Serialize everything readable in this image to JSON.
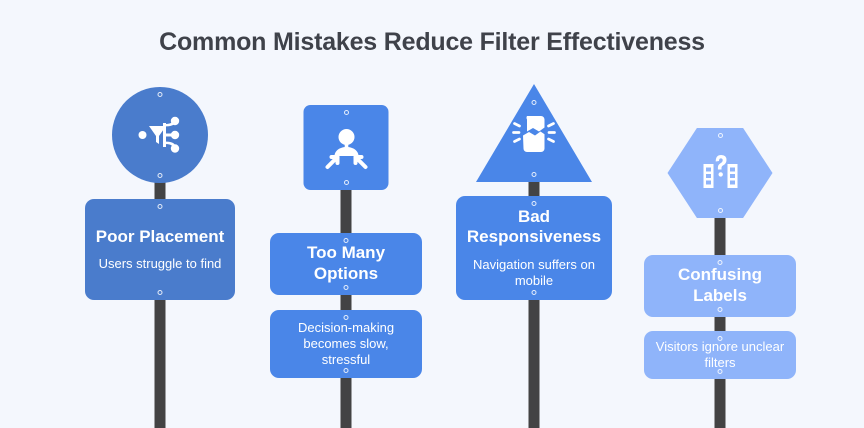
{
  "page": {
    "title": "Common Mistakes Reduce Filter Effectiveness",
    "background_color": "#f4f7fd",
    "title_color": "#3f424a"
  },
  "colors": {
    "post": "#434344",
    "column1": "#4a7ccc",
    "column2": "#4a86e8",
    "column3": "#4a86e8",
    "column4": "#8fb4fa"
  },
  "columns": [
    {
      "id": "poor-placement",
      "sign_shape": "circle",
      "color": "#4a7ccc",
      "icon": "filter-funnel-icon",
      "title": "Poor Placement",
      "plates": [
        {
          "title": "Poor Placement",
          "desc": "Users struggle to find"
        }
      ]
    },
    {
      "id": "too-many-options",
      "sign_shape": "square",
      "color": "#4a86e8",
      "icon": "person-converging-arrows-icon",
      "title": "Too Many Options",
      "plates": [
        {
          "title": "Too Many Options",
          "desc": ""
        },
        {
          "title": "",
          "desc": "Decision-making becomes slow, stressful"
        }
      ]
    },
    {
      "id": "bad-responsiveness",
      "sign_shape": "triangle",
      "color": "#4a86e8",
      "icon": "broken-phone-icon",
      "title": "Bad Responsiveness",
      "plates": [
        {
          "title": "Bad Responsiveness",
          "desc": "Navigation suffers on mobile"
        }
      ]
    },
    {
      "id": "confusing-labels",
      "sign_shape": "hexagon",
      "color": "#8fb4fa",
      "icon": "question-labels-icon",
      "title": "Confusing Labels",
      "plates": [
        {
          "title": "Confusing Labels",
          "desc": ""
        },
        {
          "title": "",
          "desc": "Visitors ignore unclear filters"
        }
      ]
    }
  ]
}
